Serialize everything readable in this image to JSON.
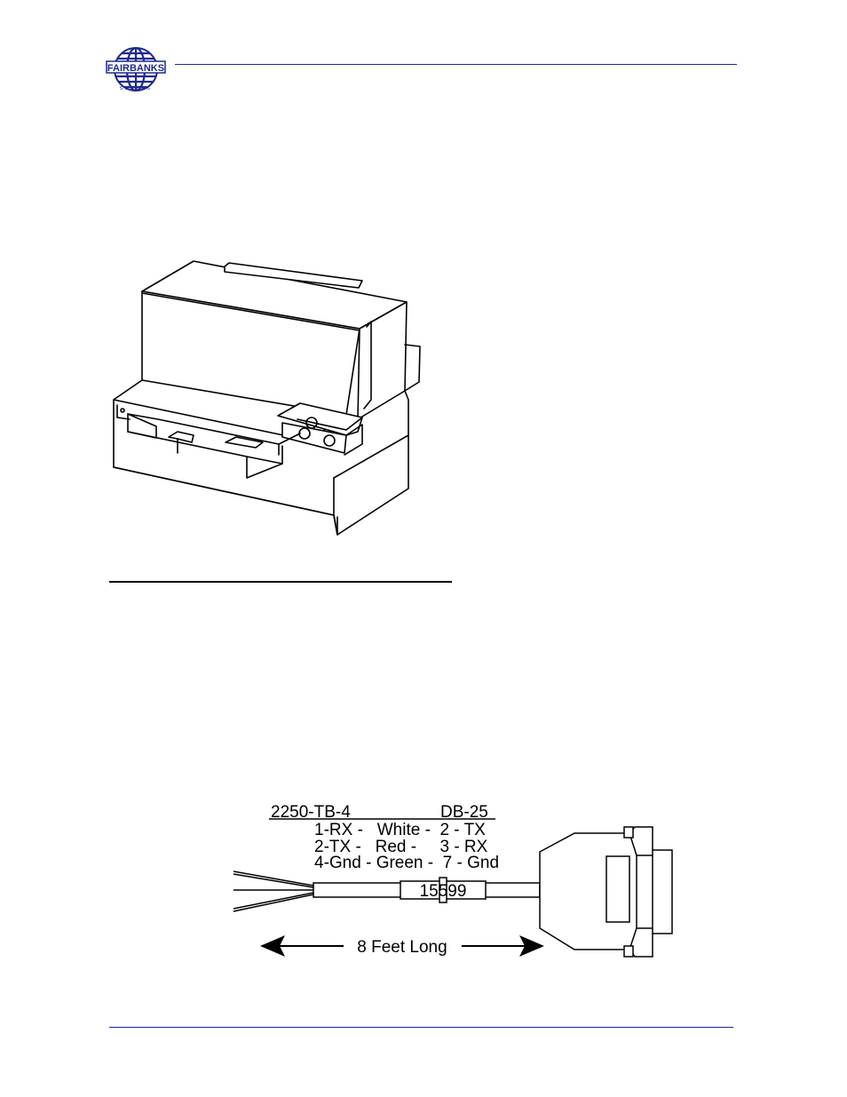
{
  "header": {
    "logo_name": "FAIRBANKS",
    "logo_sub": "SCALES",
    "rule_color": "#1f2a8a",
    "logo_color": "#1f2a8a"
  },
  "cable_diagram": {
    "header_left": "2250-TB-4",
    "header_right": "DB-25",
    "row1": "1-RX -   White -  2 - TX",
    "row2": "2-TX -   Red -     3 - RX",
    "row3": "4-Gnd - Green -  7 - Gnd",
    "cable_tag": "15599",
    "length_label": "8 Feet Long"
  }
}
